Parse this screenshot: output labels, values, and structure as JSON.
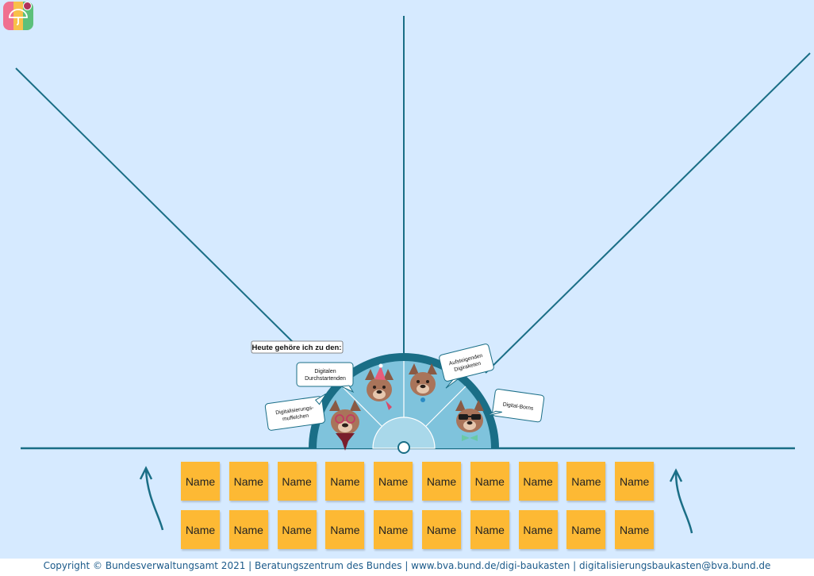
{
  "app": {
    "icon_name": "umbrella-app-icon",
    "colors": [
      "#f0708f",
      "#f8c04a",
      "#5cc07a"
    ]
  },
  "board": {
    "background": "#d6eaff",
    "line_color": "#1a6e86"
  },
  "chart": {
    "heading": "Heute gehöre ich zu den:",
    "segments": [
      {
        "label": "Digitalisierungs-muffelchen",
        "accessory": "glasses-scarf"
      },
      {
        "label": "Digitalen Durchstartenden",
        "accessory": "party-hat"
      },
      {
        "label": "Aufsteigenden Digiraketen",
        "accessory": "none"
      },
      {
        "label": "Digital-Borns",
        "accessory": "sunglasses-bowtie"
      }
    ]
  },
  "stickies": [
    "Name",
    "Name",
    "Name",
    "Name",
    "Name",
    "Name",
    "Name",
    "Name",
    "Name",
    "Name",
    "Name",
    "Name",
    "Name",
    "Name",
    "Name",
    "Name",
    "Name",
    "Name",
    "Name",
    "Name"
  ],
  "footer": {
    "text": "Copyright © Bundesverwaltungsamt 2021 | Beratungszentrum des Bundes | www.bva.bund.de/digi-baukasten | digitalisierungsbaukasten@bva.bund.de"
  }
}
